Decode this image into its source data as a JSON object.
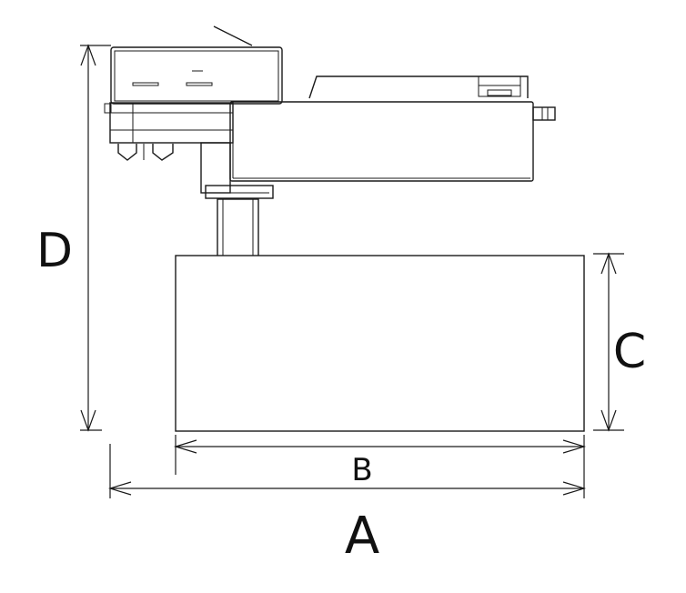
{
  "dimensions": {
    "A": "A",
    "B": "B",
    "C": "C",
    "D": "D"
  },
  "colors": {
    "line": "#1a1a1a",
    "background": "#ffffff"
  }
}
